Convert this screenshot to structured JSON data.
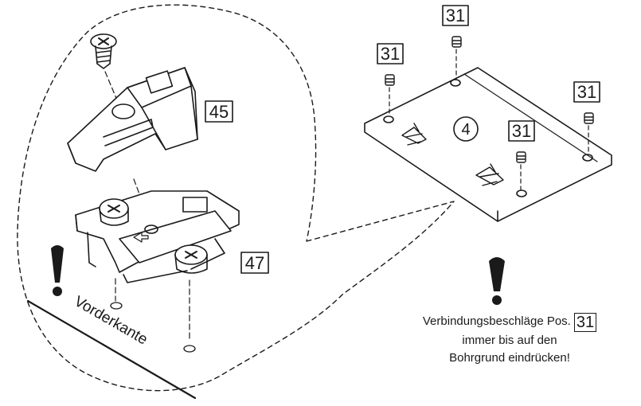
{
  "part_labels": {
    "p45": "45",
    "p47": "47",
    "p4": "4",
    "p31": "31"
  },
  "edge_label": "Vorderkante",
  "note": {
    "line1": "Verbindungsbeschläge Pos.",
    "line1_part": "31",
    "line2": "immer bis auf den",
    "line3": "Bohrgrund eindrücken!"
  },
  "icons": [
    "exclamation-icon",
    "screw-icon",
    "hinge-cover-icon",
    "mounting-plate-icon",
    "connector-peg-icon",
    "panel-icon"
  ],
  "colors": {
    "ink": "#1a1a1a",
    "paper": "#ffffff"
  }
}
